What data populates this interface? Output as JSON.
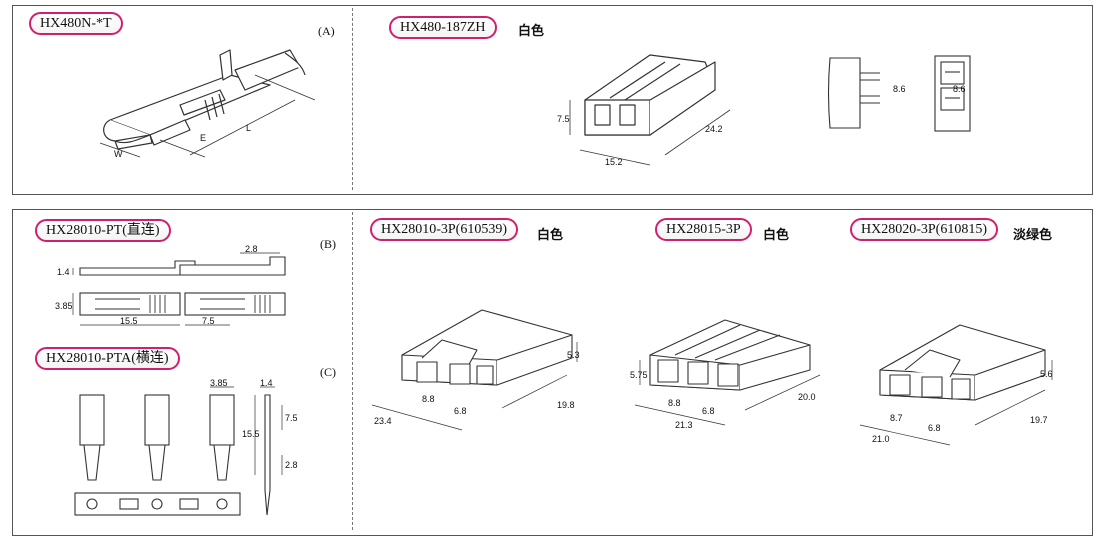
{
  "section_top": {
    "panel_a": {
      "tag": "HX480N-*T",
      "label": "(A)",
      "dims": {
        "w": "W",
        "e": "E",
        "l": "L"
      }
    },
    "panel_b": {
      "tag": "HX480-187ZH",
      "color": "白色",
      "dims": {
        "h": "7.5",
        "w": "15.2",
        "l": "24.2",
        "side1": "8.6",
        "side2": "8.6"
      }
    }
  },
  "section_bottom": {
    "left": {
      "tag_b": "HX28010-PT(直连)",
      "label_b": "(B)",
      "dims_b": {
        "t1": "2.8",
        "h1": "1.4",
        "h2": "3.85",
        "w1": "15.5",
        "w2": "7.5"
      },
      "tag_c": "HX28010-PTA(横连)",
      "label_c": "(C)",
      "dims_c": {
        "t1": "3.85",
        "t2": "1.4",
        "h1": "15.5",
        "h2": "7.5",
        "h3": "2.8"
      }
    },
    "housings": [
      {
        "tag": "HX28010-3P",
        "code": "(610539)",
        "color": "白色",
        "dims": {
          "h": "5.3",
          "p1": "8.8",
          "p2": "6.8",
          "w": "23.4",
          "l": "19.8"
        }
      },
      {
        "tag": "HX28015-3P",
        "code": "",
        "color": "白色",
        "dims": {
          "h": "5.75",
          "p1": "8.8",
          "p2": "6.8",
          "w": "21.3",
          "l": "20.0"
        }
      },
      {
        "tag": "HX28020-3P",
        "code": "(610815)",
        "color": "淡绿色",
        "dims": {
          "h": "5.6",
          "p1": "8.7",
          "p2": "6.8",
          "w": "21.0",
          "l": "19.7"
        }
      }
    ]
  },
  "colors": {
    "accent": "#d11f6c",
    "line": "#333333",
    "border": "#555555"
  }
}
